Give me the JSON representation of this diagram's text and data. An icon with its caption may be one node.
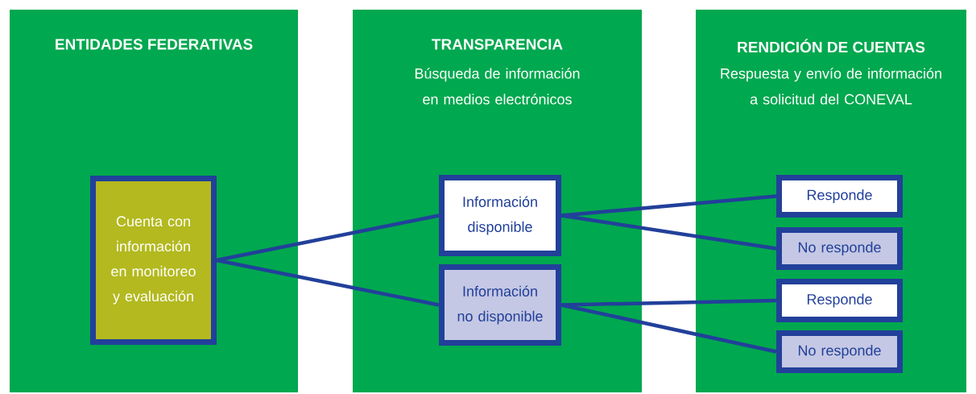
{
  "diagram": {
    "nodes": [
      {
        "text": [
          "ENTIDADES FEDERATIVAS"
        ]
      },
      {
        "text": [
          "TRANSPARENCIA",
          "Búsqueda de información en medios electrónicos"
        ]
      },
      {
        "text": [
          "RENDICIÓN DE CUENTAS",
          "Respuesta y envío de información a solicitud del CONEVAL"
        ]
      },
      {
        "text": [
          "Cuenta con información en monitoreo y evaluación"
        ],
        "in": 0
      },
      {
        "text": [
          "Información disponible"
        ],
        "in": 1
      },
      {
        "text": [
          "Información no disponible"
        ],
        "in": 1
      },
      {
        "text": [
          "Responde"
        ],
        "in": 2
      },
      {
        "text": [
          "No responde"
        ],
        "in": 2
      },
      {
        "text": [
          "Responde"
        ],
        "in": 2
      },
      {
        "text": [
          "No responde"
        ],
        "in": 2
      }
    ],
    "edges": [
      {
        "from": 3,
        "to": 4,
        "arrow": "none"
      },
      {
        "from": 3,
        "to": 5,
        "arrow": "none"
      },
      {
        "from": 4,
        "to": 6,
        "arrow": "none"
      },
      {
        "from": 4,
        "to": 7,
        "arrow": "none"
      },
      {
        "from": 5,
        "to": 8,
        "arrow": "none"
      },
      {
        "from": 5,
        "to": 9,
        "arrow": "none"
      }
    ]
  }
}
